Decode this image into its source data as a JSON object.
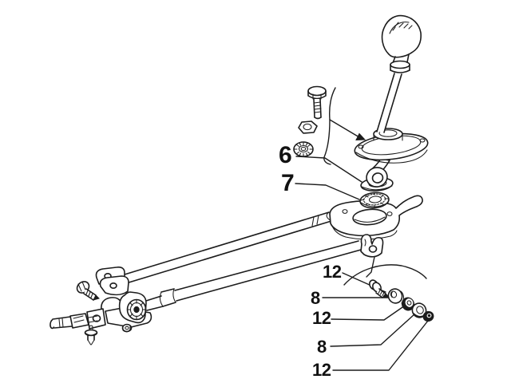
{
  "figure": {
    "type": "exploded-parts-diagram",
    "subject": "gear shift lever and selector linkage",
    "background_color": "#ffffff",
    "line_color": "#1c1c1c"
  },
  "callouts": [
    {
      "label": "6",
      "points_to": "flat-washer"
    },
    {
      "label": "7",
      "points_to": "serrated-bushing"
    },
    {
      "label": "12",
      "points_to": "pivot-bolt"
    },
    {
      "label": "8",
      "points_to": "flanged-bushing"
    },
    {
      "label": "12",
      "points_to": "spring-washer"
    },
    {
      "label": "8",
      "points_to": "flat-washer"
    },
    {
      "label": "12",
      "points_to": "lock-nut"
    }
  ]
}
